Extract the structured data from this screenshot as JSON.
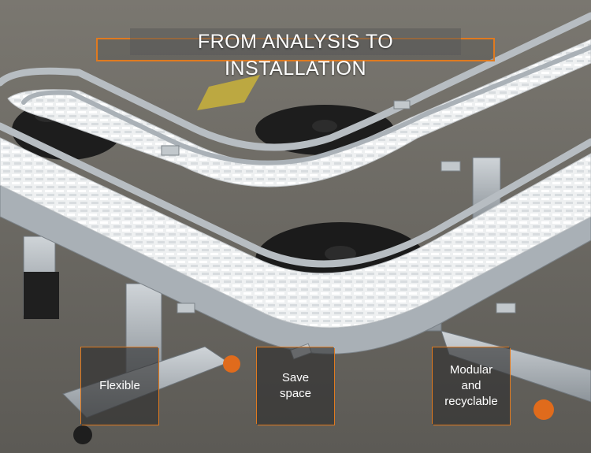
{
  "title": "FROM ANALYSIS TO INSTALLATION",
  "features": [
    {
      "label": "Flexible"
    },
    {
      "label": "Save\nspace"
    },
    {
      "label": "Modular\nand\nrecyclable"
    }
  ],
  "colors": {
    "accent": "#e07a1f",
    "floor": "#6b6862",
    "chain": "#eef0f0",
    "rail": "#b9bfc4",
    "sprocket": "#1c1c1c"
  }
}
